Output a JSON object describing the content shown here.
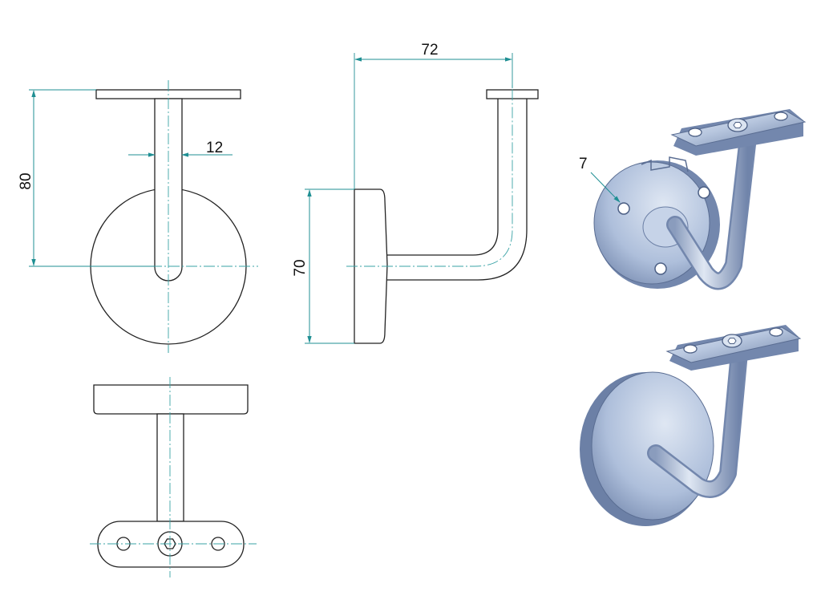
{
  "dimensions": {
    "stem_width": "12",
    "overall_height": "80",
    "projection": "72",
    "base_diameter": "70",
    "hole_callout": "7"
  },
  "colors": {
    "line": "#222222",
    "dimension": "#1f8f93",
    "centerline": "#3aa3a6",
    "metal_light": "#c9d6ea",
    "metal_dark": "#6f83a8"
  }
}
